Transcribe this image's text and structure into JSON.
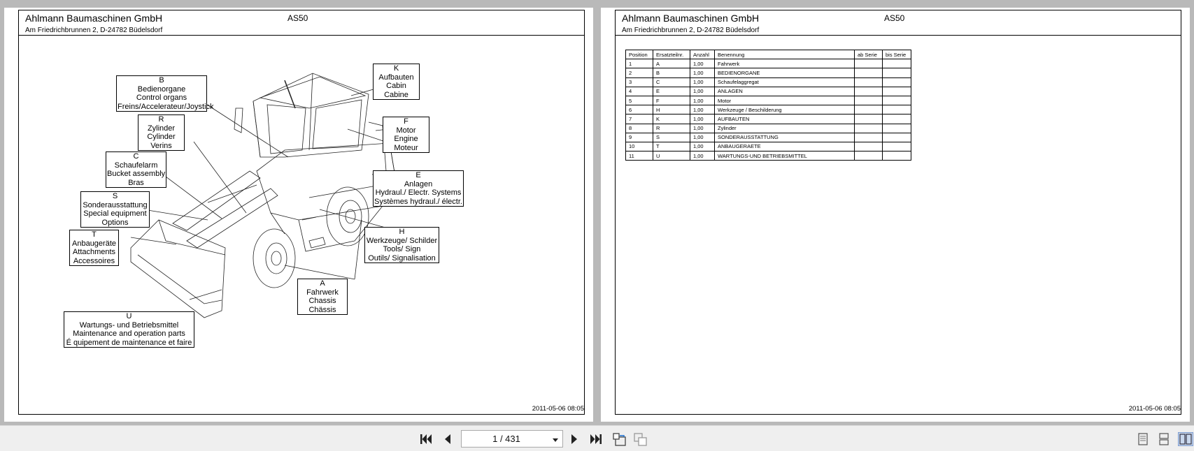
{
  "pages": [
    {
      "company": "Ahlmann Baumaschinen GmbH",
      "address": "Am Friedrichbrunnen 2,  D-24782 Büdelsdorf",
      "model": "AS50",
      "timestamp": "2011-05-06 08:05",
      "callouts": [
        {
          "code": "K",
          "lines": [
            "Aufbauten",
            "Cabin",
            "Cabine"
          ]
        },
        {
          "code": "B",
          "lines": [
            "Bedienorgane",
            "Control organs",
            "Freins/Accelerateur/Joystick"
          ]
        },
        {
          "code": "F",
          "lines": [
            "Motor",
            "Engine",
            "Moteur"
          ]
        },
        {
          "code": "R",
          "lines": [
            "Zylinder",
            "Cylinder",
            "Verins"
          ]
        },
        {
          "code": "C",
          "lines": [
            "Schaufelarm",
            "Bucket assembly",
            "Bras"
          ]
        },
        {
          "code": "E",
          "lines": [
            "Anlagen",
            "Hydraul./ Electr. Systems",
            "Systèmes hydraul./ électr."
          ]
        },
        {
          "code": "S",
          "lines": [
            "Sonderausstattung",
            "Special equipment",
            "Options"
          ]
        },
        {
          "code": "T",
          "lines": [
            "Anbaugeräte",
            "Attachments",
            "Accessoires"
          ]
        },
        {
          "code": "H",
          "lines": [
            "Werkzeuge/ Schilder",
            "Tools/ Sign",
            "Outils/ Signalisation"
          ]
        },
        {
          "code": "A",
          "lines": [
            "Fahrwerk",
            "Chassis",
            "Chässis"
          ]
        },
        {
          "code": "U",
          "lines": [
            "Wartungs- und Betriebsmittel",
            "Maintenance and operation parts",
            "É quipement de maintenance et faire"
          ]
        }
      ]
    },
    {
      "company": "Ahlmann Baumaschinen GmbH",
      "address": "Am Friedrichbrunnen 2,  D-24782 Büdelsdorf",
      "model": "AS50",
      "timestamp": "2011-05-06 08:05",
      "table": {
        "headers": [
          "Position",
          "Ersatzteilnr.",
          "Anzahl",
          "Benennung",
          "ab Serie",
          "bis Serie"
        ],
        "rows": [
          [
            "1",
            "A",
            "1,00",
            "Fahrwerk",
            "",
            ""
          ],
          [
            "2",
            "B",
            "1,00",
            "BEDIENORGANE",
            "",
            ""
          ],
          [
            "3",
            "C",
            "1,00",
            "Schaufelaggregat",
            "",
            ""
          ],
          [
            "4",
            "E",
            "1,00",
            "ANLAGEN",
            "",
            ""
          ],
          [
            "5",
            "F",
            "1,00",
            "Motor",
            "",
            ""
          ],
          [
            "6",
            "H",
            "1,00",
            "Werkzeuge / Beschilderung",
            "",
            ""
          ],
          [
            "7",
            "K",
            "1,00",
            "AUFBAUTEN",
            "",
            ""
          ],
          [
            "8",
            "R",
            "1,00",
            "Zylinder",
            "",
            ""
          ],
          [
            "9",
            "S",
            "1,00",
            "SONDERAUSSTATTUNG",
            "",
            ""
          ],
          [
            "10",
            "T",
            "1,00",
            "ANBAUGERAETE",
            "",
            ""
          ],
          [
            "11",
            "U",
            "1,00",
            "WARTUNGS-UND BETRIEBSMITTEL",
            "",
            ""
          ]
        ]
      }
    }
  ],
  "toolbar": {
    "page_indicator": "1 / 431",
    "icons": [
      "first-page-icon",
      "previous-page-icon",
      "next-page-icon",
      "last-page-icon",
      "rotate-icon",
      "export-icon",
      "single-page-view-icon",
      "continuous-view-icon",
      "two-page-view-icon"
    ],
    "active_view": "two-page-view"
  }
}
